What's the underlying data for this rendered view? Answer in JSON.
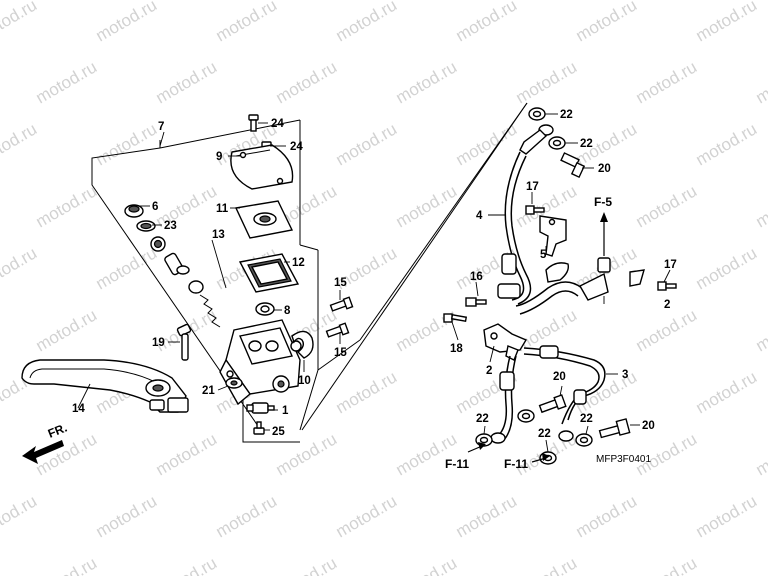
{
  "watermark": {
    "text": "motod.ru"
  },
  "diagram": {
    "code": "MFP3F0401",
    "direction_label": "FR.",
    "refs": {
      "f5": "F-5",
      "f11_left": "F-11",
      "f11_right": "F-11"
    },
    "callouts": {
      "c7": "7",
      "c24a": "24",
      "c24b": "24",
      "c9": "9",
      "c6": "6",
      "c23": "23",
      "c11": "11",
      "c13": "13",
      "c12": "12",
      "c15a": "15",
      "c8": "8",
      "c15b": "15",
      "c19": "19",
      "c14": "14",
      "c21": "21",
      "c10": "10",
      "c1": "1",
      "c25": "25",
      "c22a": "22",
      "c22b": "22",
      "c20a": "20",
      "c17a": "17",
      "c4": "4",
      "c5": "5",
      "c16": "16",
      "c17b": "17",
      "c2a": "2",
      "c18": "18",
      "c2b": "2",
      "c3": "3",
      "c20b": "20",
      "c22c": "22",
      "c22d": "22",
      "c20c": "20",
      "c22e": "22"
    }
  }
}
